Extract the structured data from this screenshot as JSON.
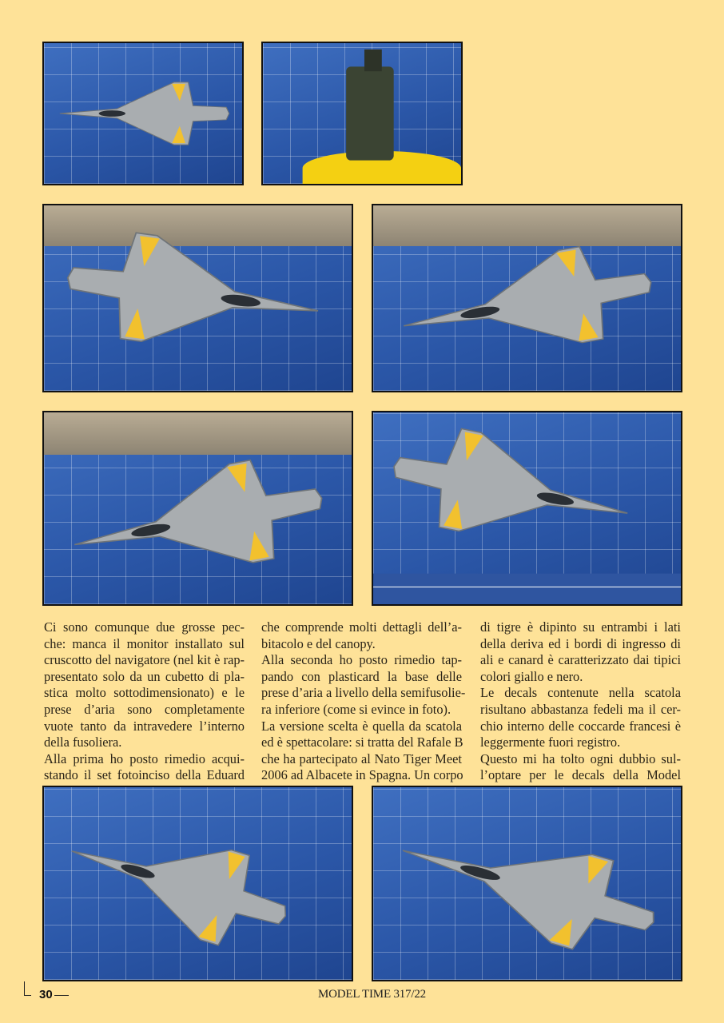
{
  "photos": [
    {
      "name": "photo-rafale-assembled-top"
    },
    {
      "name": "photo-ejection-seat"
    },
    {
      "name": "photo-rafale-tiger-tail-left"
    },
    {
      "name": "photo-rafale-tiger-front"
    },
    {
      "name": "photo-rafale-underside"
    },
    {
      "name": "photo-rafale-tiger-ruler"
    },
    {
      "name": "photo-rafale-tiger-top"
    },
    {
      "name": "photo-rafale-cockpit-closeup"
    }
  ],
  "article": {
    "columns": [
      [
        "Ci sono comunque due grosse pec-",
        "che: manca il monitor installato sul",
        "cruscotto del navigatore (nel kit è rap-",
        "presentato solo da un cubetto di pla-",
        "stica molto sottodimensionato) e le",
        "prese d’aria sono completamente",
        "vuote tanto da intravedere l’interno",
        "della fusoliera.",
        "Alla prima ho posto rimedio acqui-",
        "stando il set fotoinciso della Eduard"
      ],
      [
        "che comprende molti dettagli dell’a-",
        "bitacolo e del canopy.",
        "Alla seconda ho posto rimedio tap-",
        "pando con plasticard la base delle",
        "prese d’aria a livello della semifusolie-",
        "ra inferiore (come si evince in foto).",
        "La versione scelta è quella da scatola",
        "ed è spettacolare: si tratta del Rafale B",
        "che ha partecipato al Nato Tiger Meet",
        "2006 ad Albacete in Spagna. Un corpo"
      ],
      [
        "di tigre è dipinto su entrambi i lati",
        "della deriva ed i bordi di ingresso di",
        "ali e canard è caratterizzato dai tipici",
        "colori giallo e nero.",
        "Le decals contenute nella scatola",
        "risultano abbastanza fedeli ma il cer-",
        "chio interno delle coccarde francesi è",
        "leggermente fuori registro.",
        "Questo mi ha tolto ogni dubbio sul-",
        "l’optare per le decals della Model"
      ]
    ]
  },
  "footer": {
    "page_number": "30",
    "magazine": "MODEL TIME 317/22"
  },
  "colors": {
    "page_background": "#fee298",
    "cutting_mat": "#2b57a8",
    "model_grey": "#a9adb0",
    "tiger_yellow": "#f2c12e"
  }
}
